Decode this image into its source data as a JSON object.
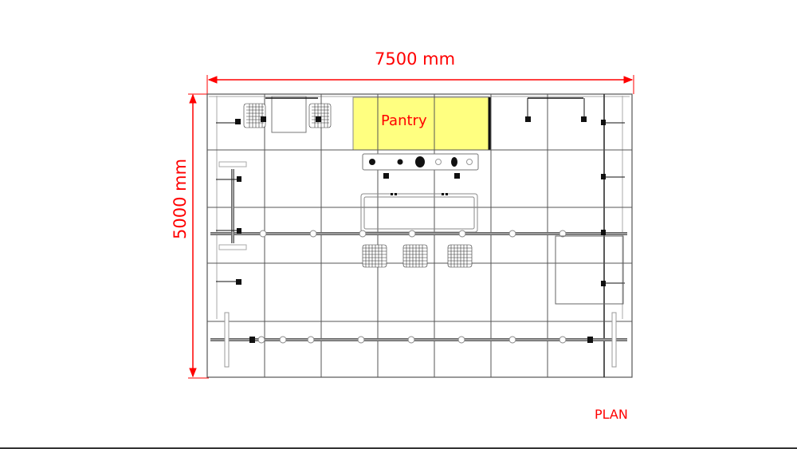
{
  "drawing": {
    "title": "PLAN",
    "width_label": "7500 mm",
    "height_label": "5000 mm",
    "zone_label": "Pantry"
  },
  "colors": {
    "dimension": "#ff0000",
    "pantry_fill": "#ffff80",
    "grid": "#555555"
  },
  "grid": {
    "columns_x": [
      260,
      332,
      403,
      474,
      545,
      616,
      687,
      758,
      793
    ],
    "rows_y": [
      118,
      188,
      260,
      330,
      403,
      473
    ]
  },
  "elements": {
    "chairs": [
      "chair-top-left-1",
      "chair-top-left-2",
      "stool-1",
      "stool-2",
      "stool-3"
    ],
    "counter": "bar-counter",
    "appliances": [
      "hob-1",
      "hob-2",
      "tap",
      "bin",
      "sink"
    ]
  }
}
